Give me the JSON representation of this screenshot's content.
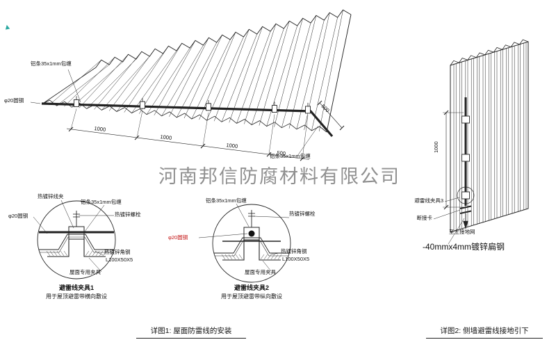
{
  "watermark": {
    "text": "河南邦信防腐材料有限公司",
    "color": "#8a8a8a"
  },
  "stamp": {
    "glyph": "▲",
    "color": "#2aa8a0"
  },
  "colors": {
    "line": "#222222",
    "red_label": "#c41414",
    "conductor": "#111111"
  },
  "roof": {
    "strip_label": "铝条35x1mm包缠",
    "strip_label2": "铝条35x1mm包缠",
    "round_steel": "φ20圆钢",
    "dim_chain": [
      "1000",
      "1000",
      "1000",
      "500"
    ],
    "dim_side": "500"
  },
  "detail1": {
    "labels": {
      "wire_clamp": "热镀锌线夹",
      "strip": "铝条35x1mm包缠",
      "bolt": "热镀锌螺栓",
      "round_steel": "φ20圆钢",
      "angle_steel": "热镀锌角钢",
      "angle_spec": "L100X50X5",
      "roof_fixture": "屋面专用夹具"
    },
    "title": "避雷线夹具1",
    "subtitle": "用于屋顶避雷带横向敷设"
  },
  "detail2": {
    "labels": {
      "strip": "铝条35x1mm包缠",
      "bolt": "热镀锌螺栓",
      "round_steel": "φ20圆钢",
      "angle_steel": "热镀锌角钢",
      "angle_spec": "L100X50X5",
      "roof_fixture": "屋面专用夹具"
    },
    "title": "避雷线夹具2",
    "subtitle": "用于屋顶避雷带纵向敷设"
  },
  "wall": {
    "dim": "1000",
    "clamp3": "避雷线夹具3",
    "disconnect": "断接卡",
    "to_ground": "至主接地网",
    "flat_steel": "-40mmx4mm镀锌扁钢"
  },
  "captions": {
    "fig1": "详图1: 屋面防雷线的安装",
    "fig2": "详图2: 侧墙避雷线接地引下"
  }
}
